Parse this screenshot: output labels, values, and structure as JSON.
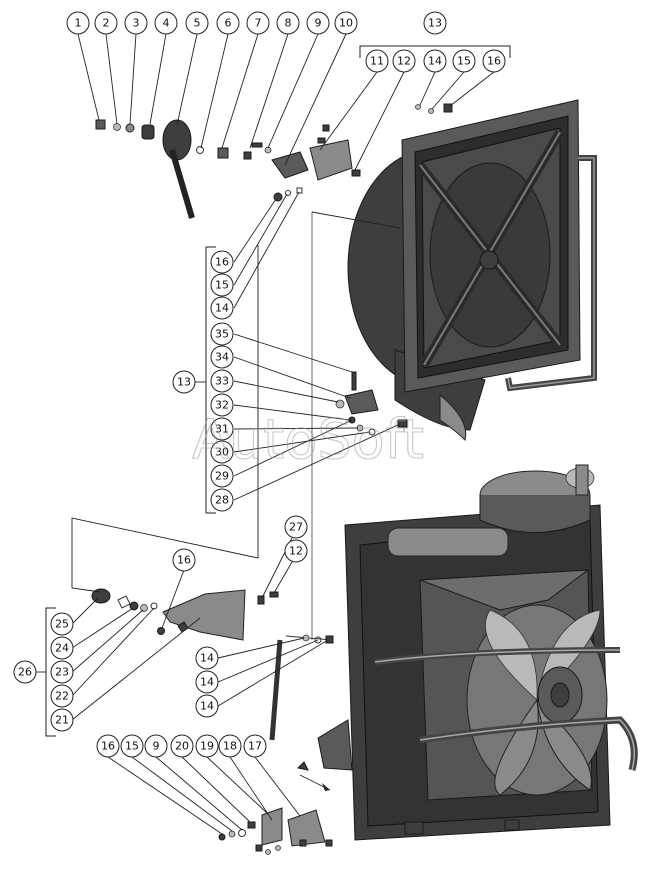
{
  "watermark": "AutoSoft",
  "callouts": {
    "c1": "1",
    "c2": "2",
    "c3": "3",
    "c4": "4",
    "c5": "5",
    "c6": "6",
    "c7": "7",
    "c8": "8",
    "c9": "9",
    "c10": "10",
    "c11": "11",
    "c12": "12",
    "c13": "13",
    "c14": "14",
    "c15": "15",
    "c16": "16",
    "g16": "16",
    "g15": "15",
    "g14": "14",
    "g35": "35",
    "g34": "34",
    "g33": "33",
    "g32": "32",
    "g31": "31",
    "g30": "30",
    "g29": "29",
    "g28": "28",
    "g13": "13",
    "m27": "27",
    "m12": "12",
    "m16": "16",
    "b25": "25",
    "b24": "24",
    "b23": "23",
    "b22": "22",
    "b21": "21",
    "b26": "26",
    "s14a": "14",
    "s14b": "14",
    "s14c": "14",
    "f16": "16",
    "f15": "15",
    "f9": "9",
    "f20": "20",
    "f19": "19",
    "f18": "18",
    "f17": "17"
  }
}
